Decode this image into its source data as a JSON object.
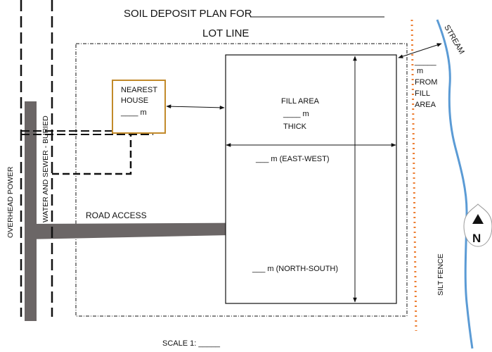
{
  "title": "SOIL DEPOSIT PLAN FOR",
  "lot_line_label": "LOT LINE",
  "nearest_house": {
    "line1": "NEAREST",
    "line2": "HOUSE",
    "distance": "____ m"
  },
  "fill_area": {
    "line1": "FILL AREA",
    "thickness": "____ m",
    "line3": "THICK",
    "east_west": "___ m (EAST-WEST)",
    "north_south": "___ m (NORTH-SOUTH)"
  },
  "stream_distance": {
    "blank": "_____",
    "line1": "m",
    "line2": "FROM",
    "line3": "FILL",
    "line4": "AREA"
  },
  "stream_label": "STREAM",
  "silt_fence_label": "SILT FENCE",
  "road_access_label": "ROAD ACCESS",
  "overhead_power_label": "OVERHEAD POWER",
  "water_sewer_label": "WATER AND SEWER - BURIED",
  "north_arrow_label": "N",
  "scale_label": "SCALE 1: _____",
  "colors": {
    "house_outline": "#c28a2a",
    "stream": "#5b9bd5",
    "silt_fence": "#ed7d31",
    "road": "#6b6666",
    "lines": "#111111"
  }
}
